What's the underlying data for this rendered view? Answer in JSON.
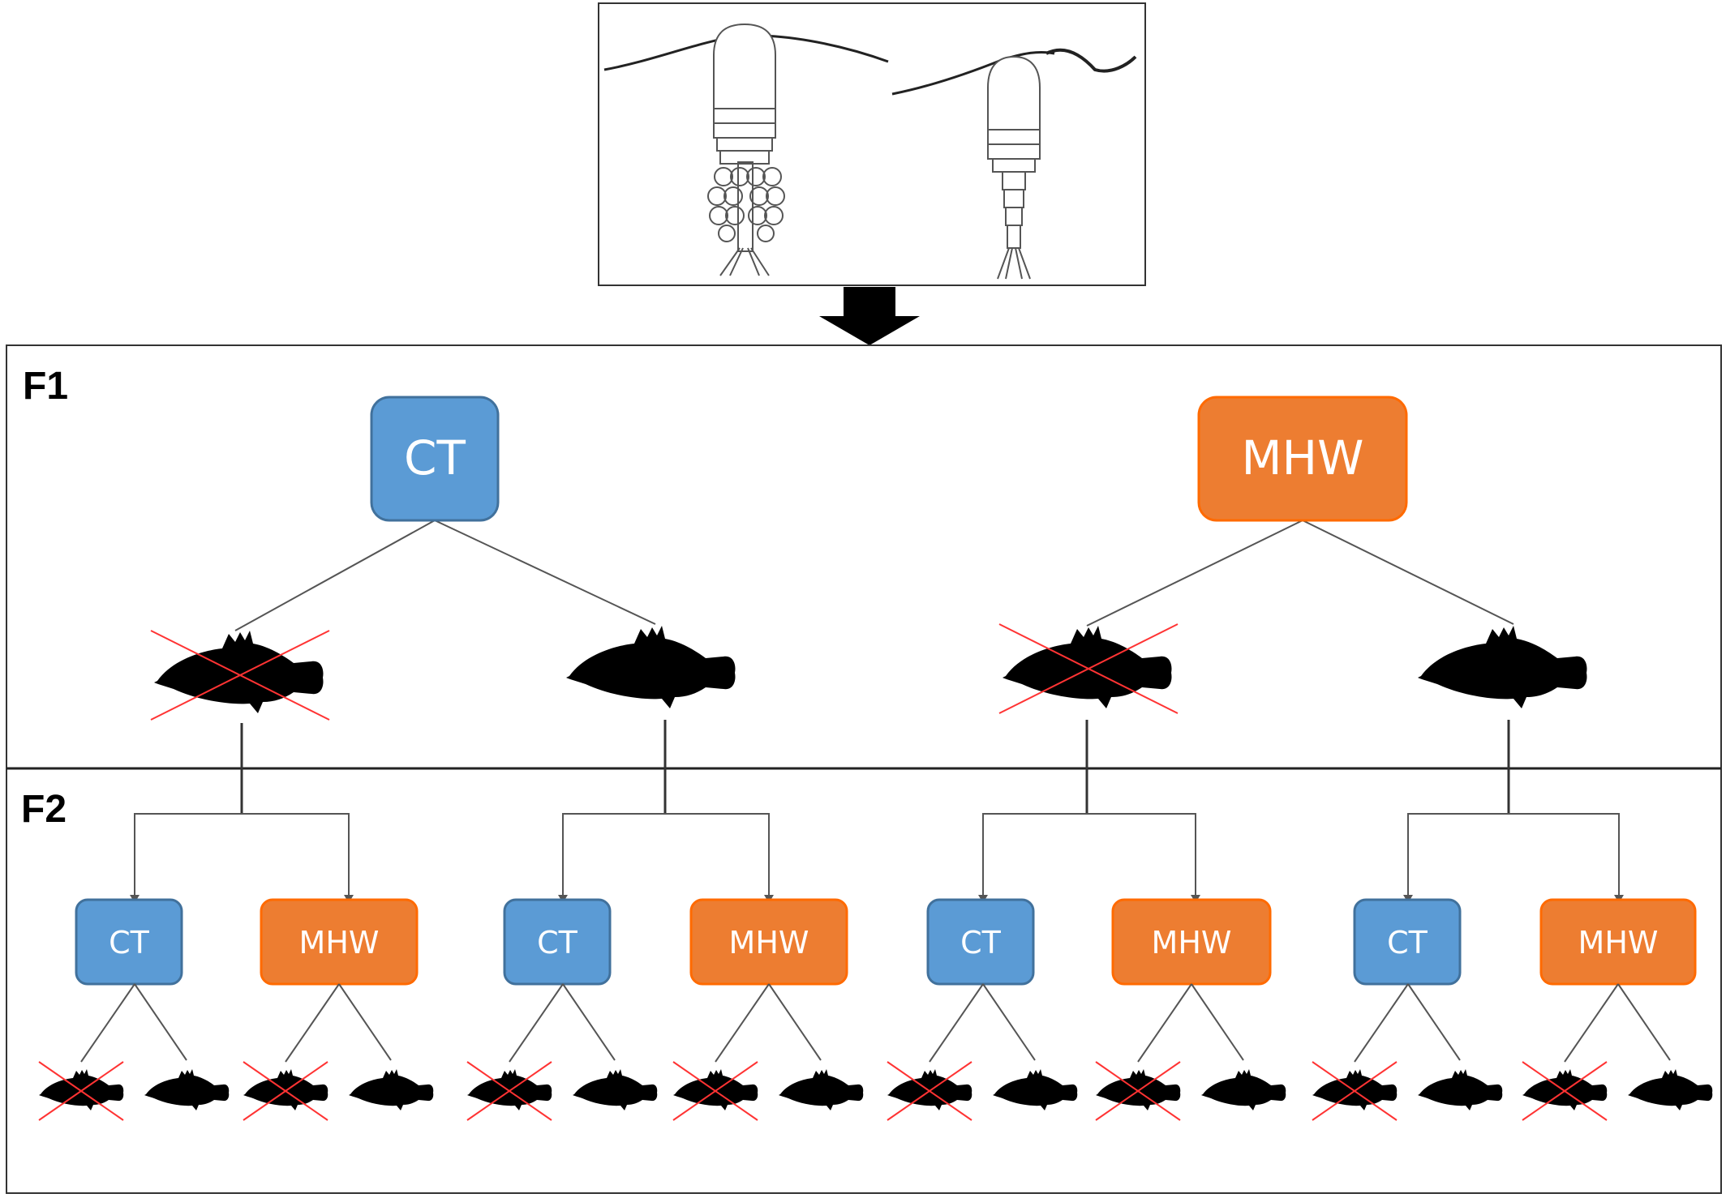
{
  "colors": {
    "ct_fill": "#5b9bd5",
    "ct_stroke": "#41719c",
    "mhw_fill": "#ed7d31",
    "mhw_stroke": "#ff6a00",
    "cross": "#ff3333",
    "line": "#555555"
  },
  "generations": {
    "f1": "F1",
    "f2": "F2"
  },
  "f1_treatments": [
    {
      "label": "CT",
      "kind": "ct"
    },
    {
      "label": "MHW",
      "kind": "mhw"
    }
  ],
  "f2_treatments": [
    {
      "label": "CT",
      "kind": "ct"
    },
    {
      "label": "MHW",
      "kind": "mhw"
    },
    {
      "label": "CT",
      "kind": "ct"
    },
    {
      "label": "MHW",
      "kind": "mhw"
    },
    {
      "label": "CT",
      "kind": "ct"
    },
    {
      "label": "MHW",
      "kind": "mhw"
    },
    {
      "label": "CT",
      "kind": "ct"
    },
    {
      "label": "MHW",
      "kind": "mhw"
    }
  ],
  "icons": {
    "copepods": "copepod-illustration",
    "arrow": "down-arrow-icon",
    "fish": "fish-icon",
    "crossed_fish": "crossed-out-fish-icon"
  }
}
